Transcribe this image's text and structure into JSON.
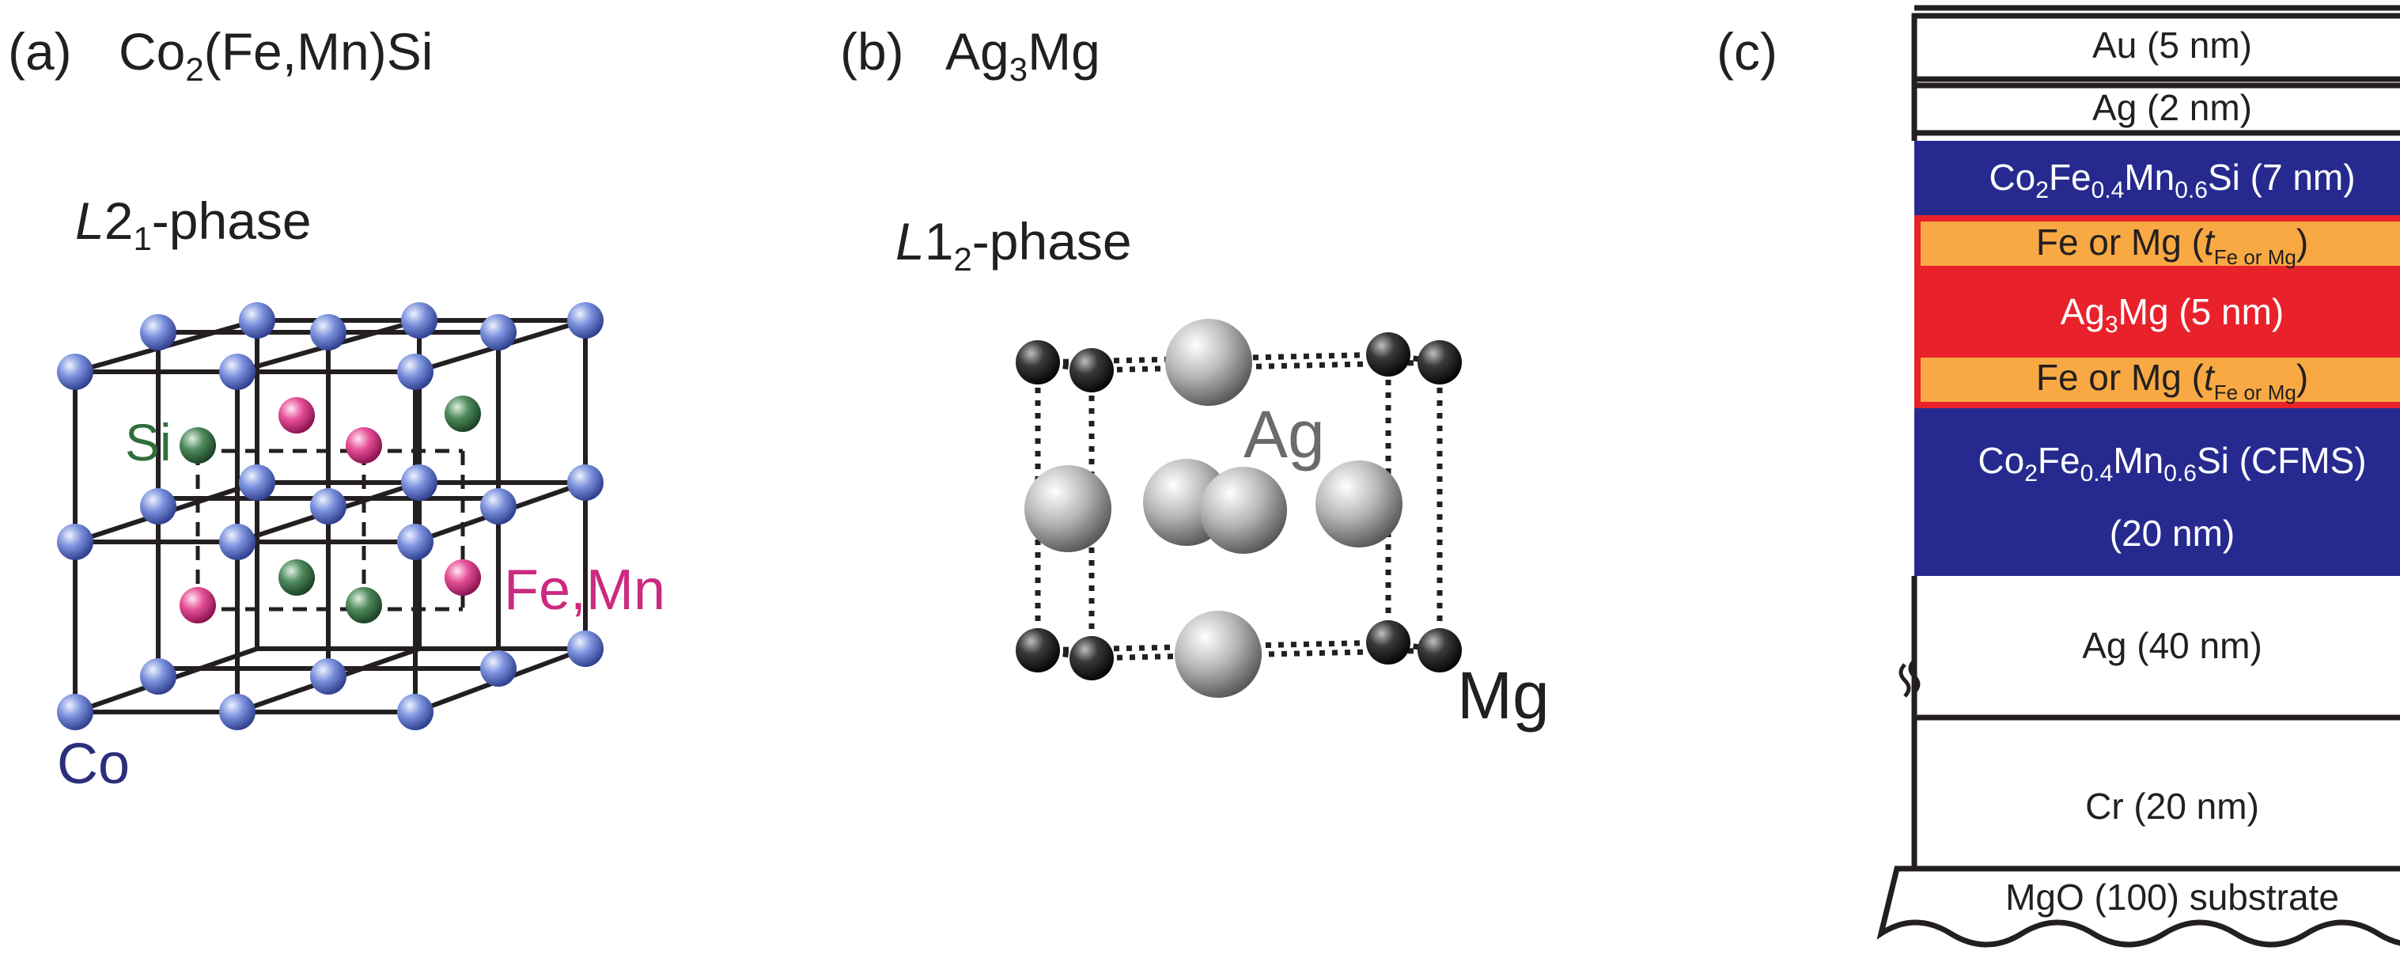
{
  "panel_a": {
    "label": "(a)",
    "formula": {
      "main": "Co",
      "sub": "2",
      "rest": "(Fe,Mn)Si"
    },
    "phase": {
      "italic": "L",
      "num": "2",
      "sub": "1",
      "rest": "-phase"
    },
    "atoms": {
      "si": "Si",
      "femn": "Fe,Mn",
      "co": "Co"
    },
    "colors": {
      "co": "#6f86d6",
      "femn": "#e0458e",
      "si": "#3f7a4f",
      "femn_text": "#cc2a7f",
      "si_text": "#2f6e3c",
      "co_text": "#2b2f7a"
    }
  },
  "panel_b": {
    "label": "(b)",
    "formula": {
      "main": "Ag",
      "sub": "3",
      "rest": "Mg"
    },
    "phase": {
      "italic": "L",
      "num": "1",
      "sub": "2",
      "rest": "-phase"
    },
    "atoms": {
      "ag": "Ag",
      "mg": "Mg"
    },
    "colors": {
      "ag": "#b4b4b4",
      "mg": "#222222",
      "ag_text": "#6b6b6b"
    }
  },
  "panel_c": {
    "label": "(c)",
    "layers": [
      {
        "id": "au",
        "text": "Au (5 nm)",
        "color": "#ffffff",
        "text_color": "#231f20"
      },
      {
        "id": "ag_cap",
        "text": "Ag (2 nm)",
        "color": "#ffffff",
        "text_color": "#231f20"
      },
      {
        "id": "cfms_top",
        "text_parts": {
          "co": "Co",
          "s1": "2",
          "fe": "Fe",
          "s2": "0.4",
          "mn": "Mn",
          "s3": "0.6",
          "tail": "Si (7 nm)"
        },
        "color": "#262a8f",
        "text_color": "#ffffff"
      },
      {
        "id": "insert_top",
        "text_parts": {
          "pre": "Fe or Mg (",
          "t": "t",
          "sub": "Fe or Mg",
          "post": ")"
        },
        "color": "#f9a943",
        "text_color": "#231f20",
        "border": "#e8212b"
      },
      {
        "id": "ag3mg",
        "text_parts": {
          "ag": "Ag",
          "s": "3",
          "tail": "Mg (5 nm)"
        },
        "color": "#e8212b",
        "text_color": "#ffffff"
      },
      {
        "id": "insert_bottom",
        "text_parts": {
          "pre": "Fe or Mg (",
          "t": "t",
          "sub": "Fe or Mg",
          "post": ")"
        },
        "color": "#f9a943",
        "text_color": "#231f20",
        "border": "#e8212b"
      },
      {
        "id": "cfms_bottom",
        "text_parts": {
          "co": "Co",
          "s1": "2",
          "fe": "Fe",
          "s2": "0.4",
          "mn": "Mn",
          "s3": "0.6",
          "tail": "Si (CFMS)",
          "line2": "(20 nm)"
        },
        "color": "#262a8f",
        "text_color": "#ffffff"
      },
      {
        "id": "ag_buffer",
        "text": "Ag (40 nm)",
        "color": "#ffffff",
        "text_color": "#231f20"
      },
      {
        "id": "cr",
        "text": "Cr (20 nm)",
        "color": "#ffffff",
        "text_color": "#231f20"
      },
      {
        "id": "substrate",
        "text": "MgO (100) substrate",
        "color": "#ffffff",
        "text_color": "#231f20"
      }
    ]
  }
}
